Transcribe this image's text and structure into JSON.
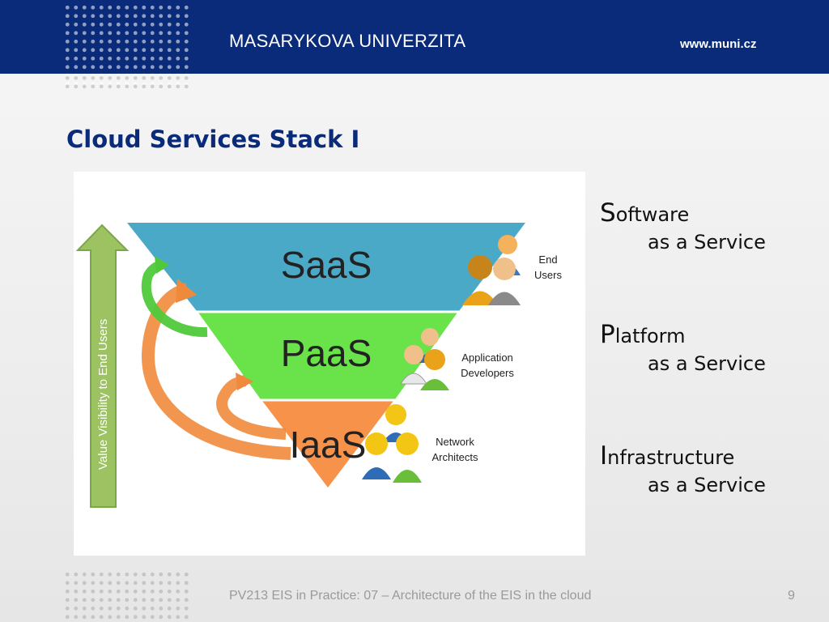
{
  "header": {
    "university": "MASARYKOVA UNIVERZITA",
    "website": "www.muni.cz"
  },
  "slide": {
    "title": "Cloud Services Stack I",
    "footer": "PV213 EIS in Practice: 07 – Architecture of the EIS in the cloud",
    "page_number": "9"
  },
  "diagram": {
    "layers": [
      {
        "label": "SaaS",
        "color": "#4aa9c7"
      },
      {
        "label": "PaaS",
        "color": "#6ae24a"
      },
      {
        "label": "IaaS",
        "color": "#f6924a"
      }
    ],
    "audiences": [
      {
        "line1": "End",
        "line2": "Users"
      },
      {
        "line1": "Application",
        "line2": "Developers"
      },
      {
        "line1": "Network",
        "line2": "Architects"
      }
    ],
    "axis_label": "Value Visibility to End Users",
    "icons": [
      "users-icon",
      "developers-icon",
      "architects-icon"
    ]
  },
  "services": [
    {
      "initial": "S",
      "rest": "oftware",
      "suffix": "as a Service"
    },
    {
      "initial": "P",
      "rest": "latform",
      "suffix": "as a Service"
    },
    {
      "initial": "I",
      "rest": "nfrastructure",
      "suffix": "as a Service"
    }
  ]
}
